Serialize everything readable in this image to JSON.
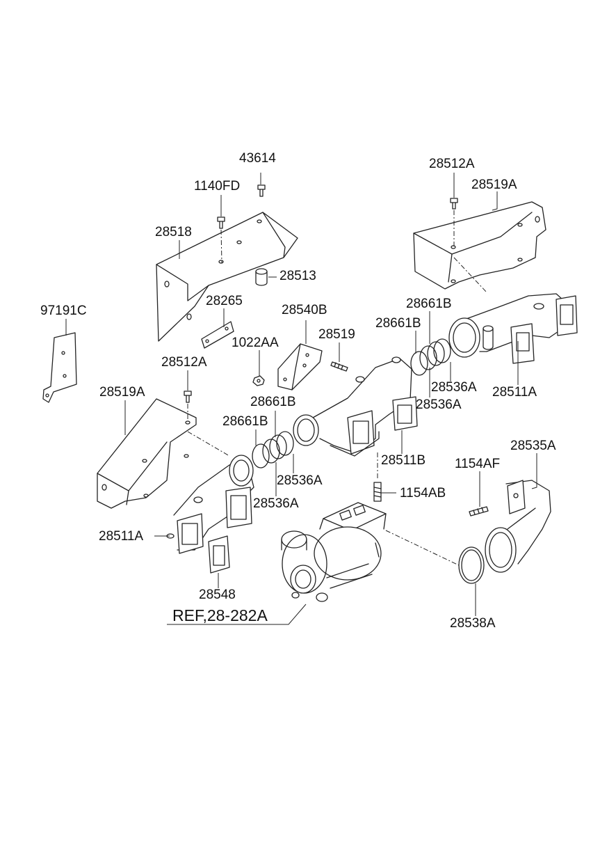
{
  "callouts": {
    "c43614": "43614",
    "c1140fd": "1140FD",
    "c28518": "28518",
    "c28513": "28513",
    "c28265": "28265",
    "c97191c": "97191C",
    "c28512a_top": "28512A",
    "c28519a_top": "28519A",
    "c28661b_r1": "28661B",
    "c28661b_r2": "28661B",
    "c28540b": "28540B",
    "c28519": "28519",
    "c1022aa": "1022AA",
    "c28536a_r1": "28536A",
    "c28536a_r2": "28536A",
    "c28511a_r": "28511A",
    "c28512a_left": "28512A",
    "c28519a_left": "28519A",
    "c28661b_l1": "28661B",
    "c28661b_l2": "28661B",
    "c28511b": "28511B",
    "c28536a_l1": "28536A",
    "c28536a_l2": "28536A",
    "c28535a": "28535A",
    "c1154af": "1154AF",
    "c1154ab": "1154AB",
    "c28511a_l": "28511A",
    "c28548": "28548",
    "c28538a": "28538A",
    "ref": "REF,28-282A"
  }
}
